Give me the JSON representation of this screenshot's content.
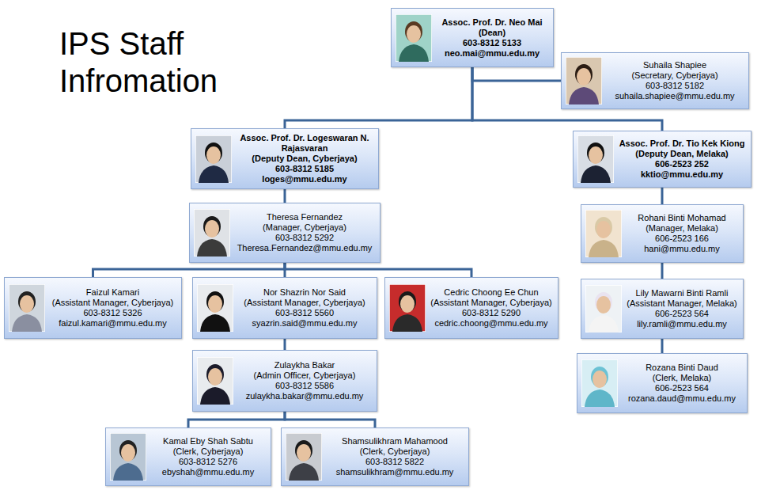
{
  "diagram": {
    "title": "IPS Staff Infromation",
    "nodes": [
      {
        "text": [
          "Assoc. Prof. Dr. Neo Mai",
          "(Dean)",
          "603-8312 5133",
          "neo.mai@mmu.edu.my"
        ]
      },
      {
        "text": [
          "Suhaila Shapiee",
          "(Secretary, Cyberjaya)",
          "603-8312 5182",
          "suhaila.shapiee@mmu.edu.my"
        ]
      },
      {
        "text": [
          "Assoc. Prof. Dr. Logeswaran N. Rajasvaran",
          "(Deputy Dean, Cyberjaya)",
          "603-8312 5185",
          "loges@mmu.edu.my"
        ]
      },
      {
        "text": [
          "Assoc. Prof. Dr. Tio Kek Kiong",
          "(Deputy Dean, Melaka)",
          "606-2523 252",
          "kktio@mmu.edu.my"
        ]
      },
      {
        "text": [
          "Theresa Fernandez",
          "(Manager, Cyberjaya)",
          "603-8312 5292",
          "Theresa.Fernandez@mmu.edu.my"
        ]
      },
      {
        "text": [
          "Rohani Binti Mohamad",
          "(Manager, Melaka)",
          "606-2523 166",
          "hani@mmu.edu.my"
        ]
      },
      {
        "text": [
          "Faizul Kamari",
          "(Assistant Manager, Cyberjaya)",
          "603-8312 5326",
          "faizul.kamari@mmu.edu.my"
        ]
      },
      {
        "text": [
          "Nor Shazrin Nor Said",
          "(Assistant Manager, Cyberjaya)",
          "603-8312 5560",
          "syazrin.said@mmu.edu.my"
        ]
      },
      {
        "text": [
          "Cedric Choong Ee Chun",
          "(Assistant Manager, Cyberjaya)",
          "603-8312 5290",
          "cedric.choong@mmu.edu.my"
        ]
      },
      {
        "text": [
          "Lily Mawarni Binti Ramli",
          "(Assistant Manager, Melaka)",
          "606-2523 564",
          "lily.ramli@mmu.edu.my"
        ]
      },
      {
        "text": [
          "Zulaykha Bakar",
          "(Admin Officer, Cyberjaya)",
          "603-8312 5586",
          "zulaykha.bakar@mmu.edu.my"
        ]
      },
      {
        "text": [
          "Rozana Binti Daud",
          "(Clerk, Melaka)",
          "606-2523 564",
          "rozana.daud@mmu.edu.my"
        ]
      },
      {
        "text": [
          "Kamal Eby Shah Sabtu",
          "(Clerk, Cyberjaya)",
          "603-8312 5276",
          "ebyshah@mmu.edu.my"
        ]
      },
      {
        "text": [
          "Shamsulikhram Mahamood",
          "(Clerk, Cyberjaya)",
          "603-8312 5822",
          "shamsulikhram@mmu.edu.my"
        ]
      }
    ],
    "edges": [
      {
        "from": 0,
        "to": 1,
        "arrow": "none"
      },
      {
        "from": 0,
        "to": 2,
        "arrow": "none"
      },
      {
        "from": 0,
        "to": 3,
        "arrow": "none"
      },
      {
        "from": 2,
        "to": 4,
        "arrow": "none"
      },
      {
        "from": 3,
        "to": 5,
        "arrow": "none"
      },
      {
        "from": 4,
        "to": 6,
        "arrow": "none"
      },
      {
        "from": 4,
        "to": 7,
        "arrow": "none"
      },
      {
        "from": 4,
        "to": 8,
        "arrow": "none"
      },
      {
        "from": 5,
        "to": 9,
        "arrow": "none"
      },
      {
        "from": 7,
        "to": 10,
        "arrow": "none"
      },
      {
        "from": 9,
        "to": 11,
        "arrow": "none"
      },
      {
        "from": 10,
        "to": 12,
        "arrow": "none"
      },
      {
        "from": 10,
        "to": 13,
        "arrow": "none"
      }
    ]
  }
}
